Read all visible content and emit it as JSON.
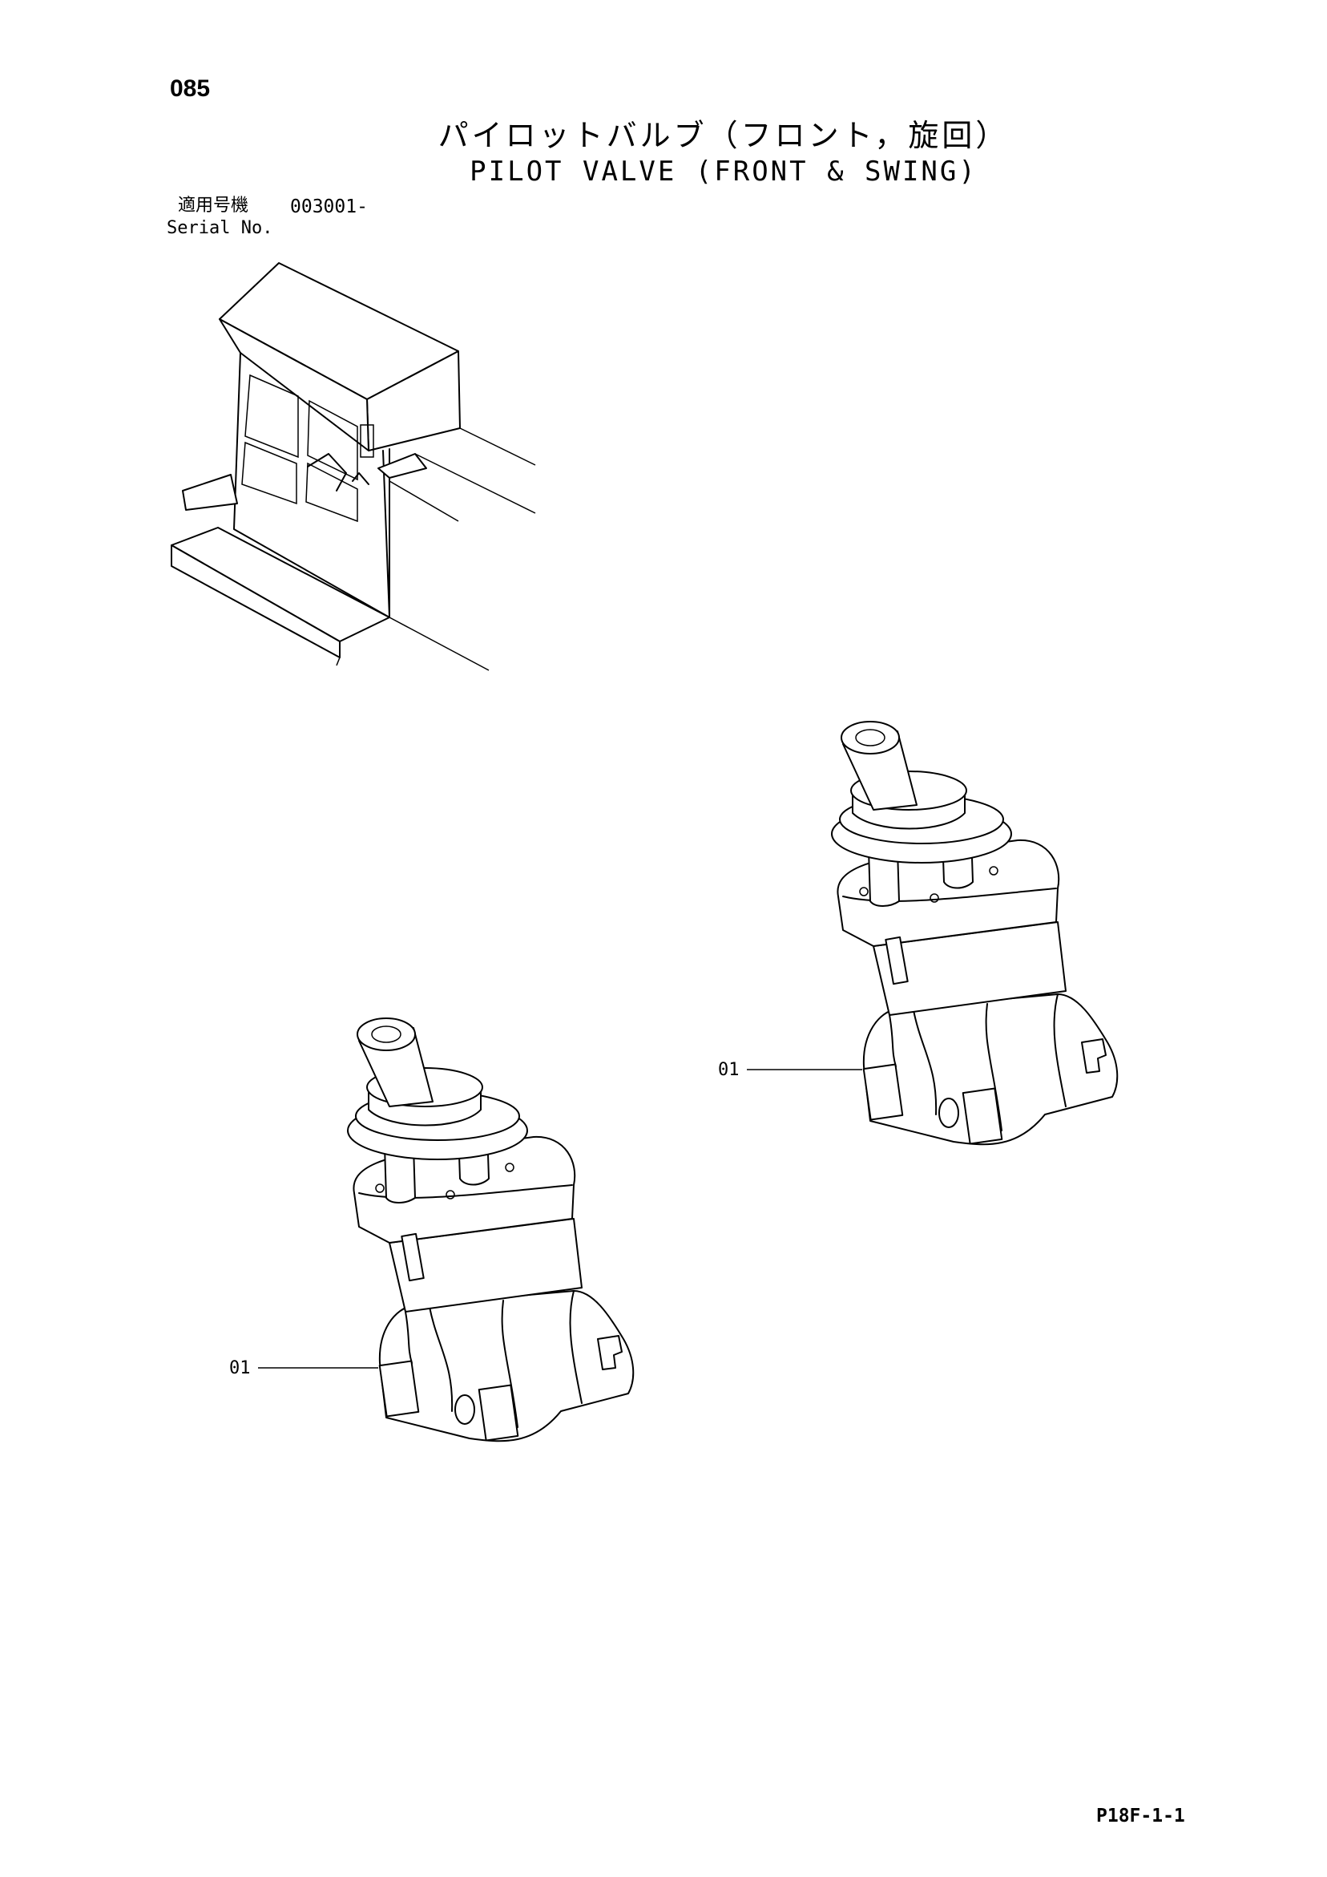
{
  "header": {
    "page_number": "085",
    "title_jp": "パイロットバルブ（フロント，旋回）",
    "title_en": "PILOT VALVE (FRONT & SWING)"
  },
  "serial": {
    "label_jp": "適用号機",
    "number": "003001-",
    "label_en": "Serial No."
  },
  "callouts": [
    {
      "label": "01"
    },
    {
      "label": "01"
    }
  ],
  "footer": {
    "page_code": "P18F-1-1"
  }
}
